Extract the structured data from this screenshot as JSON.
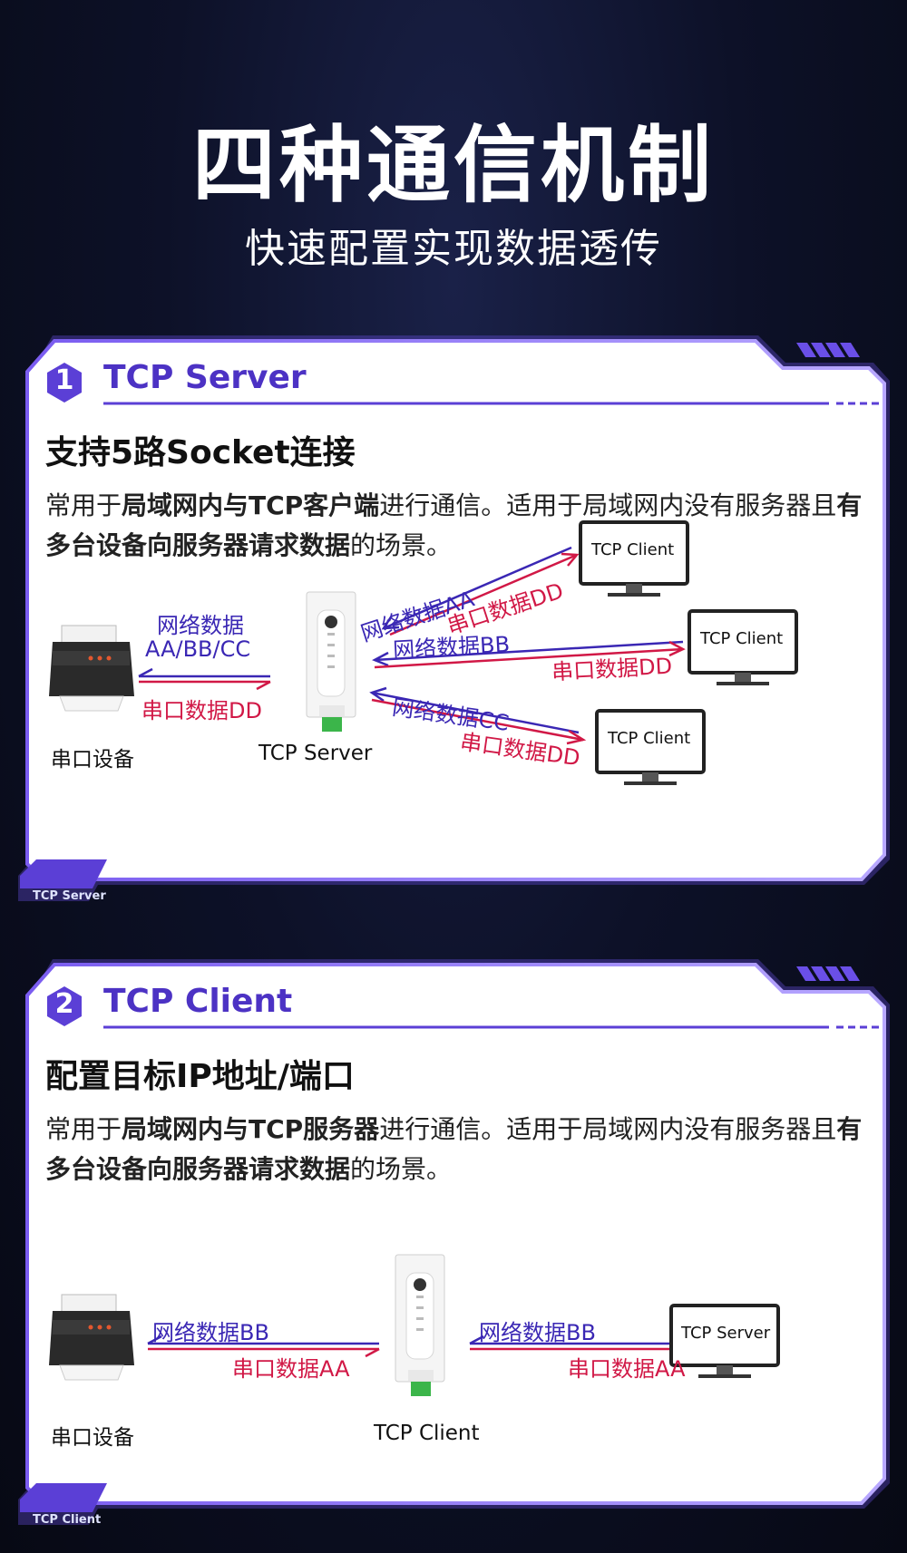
{
  "header": {
    "title": "四种通信机制",
    "subtitle": "快速配置实现数据透传"
  },
  "sections": [
    {
      "number": "1",
      "title": "TCP Server",
      "feature": "支持5路Socket连接",
      "desc": {
        "p1": "常用于",
        "b1": "局域网内与TCP客户端",
        "p2": "进行通信。适用于局域网内没有服务器且",
        "b2": "有多台设备向服务器请求数据",
        "p3": "的场景。"
      },
      "diagram": {
        "device_label": "串口设备",
        "module_label": "TCP Server",
        "local_net_line1": "网络数据",
        "local_net_line2": "AA/BB/CC",
        "local_serial": "串口数据DD",
        "clients": [
          {
            "name": "TCP Client",
            "net": "网络数据AA",
            "serial": "串口数据DD"
          },
          {
            "name": "TCP Client",
            "net": "网络数据BB",
            "serial": "串口数据DD"
          },
          {
            "name": "TCP Client",
            "net": "网络数据CC",
            "serial": "串口数据DD"
          }
        ]
      },
      "footer_tag": "TCP Server"
    },
    {
      "number": "2",
      "title": "TCP Client",
      "feature": "配置目标IP地址/端口",
      "desc": {
        "p1": "常用于",
        "b1": "局域网内与TCP服务器",
        "p2": "进行通信。适用于局域网内没有服务器且",
        "b2": "有多台设备向服务器请求数据",
        "p3": "的场景。"
      },
      "diagram": {
        "device_label": "串口设备",
        "module_label": "TCP Client",
        "left_net": "网络数据BB",
        "left_serial": "串口数据AA",
        "right_net": "网络数据BB",
        "right_serial": "串口数据AA",
        "server_name": "TCP Server"
      },
      "footer_tag": "TCP Client"
    }
  ],
  "colors": {
    "accent_purple": "#4c32c4",
    "net_blue": "#3a27b4",
    "serial_red": "#d11846",
    "background": "#0d1128"
  }
}
